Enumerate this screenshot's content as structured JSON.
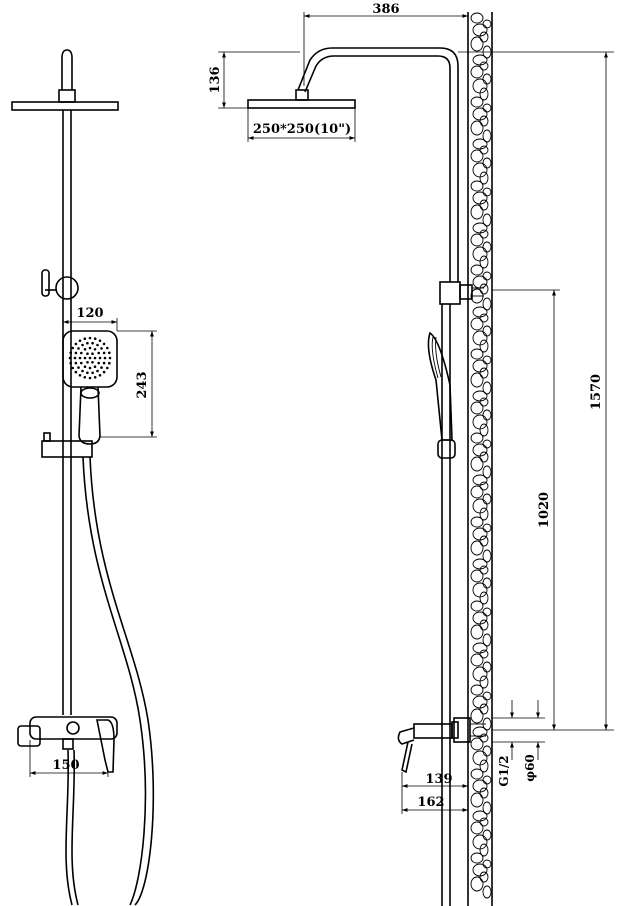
{
  "diagram": {
    "dimensions": {
      "arm_length": "386",
      "head_drop": "136",
      "head_size": "250*250(10\")",
      "handshower_width": "120",
      "handshower_length": "243",
      "mixer_width": "150",
      "bracket_height": "1020",
      "total_height": "1570",
      "spout_reach": "139",
      "mixer_depth": "162",
      "thread": "G1/2",
      "escutcheon_dia": "φ60"
    }
  }
}
